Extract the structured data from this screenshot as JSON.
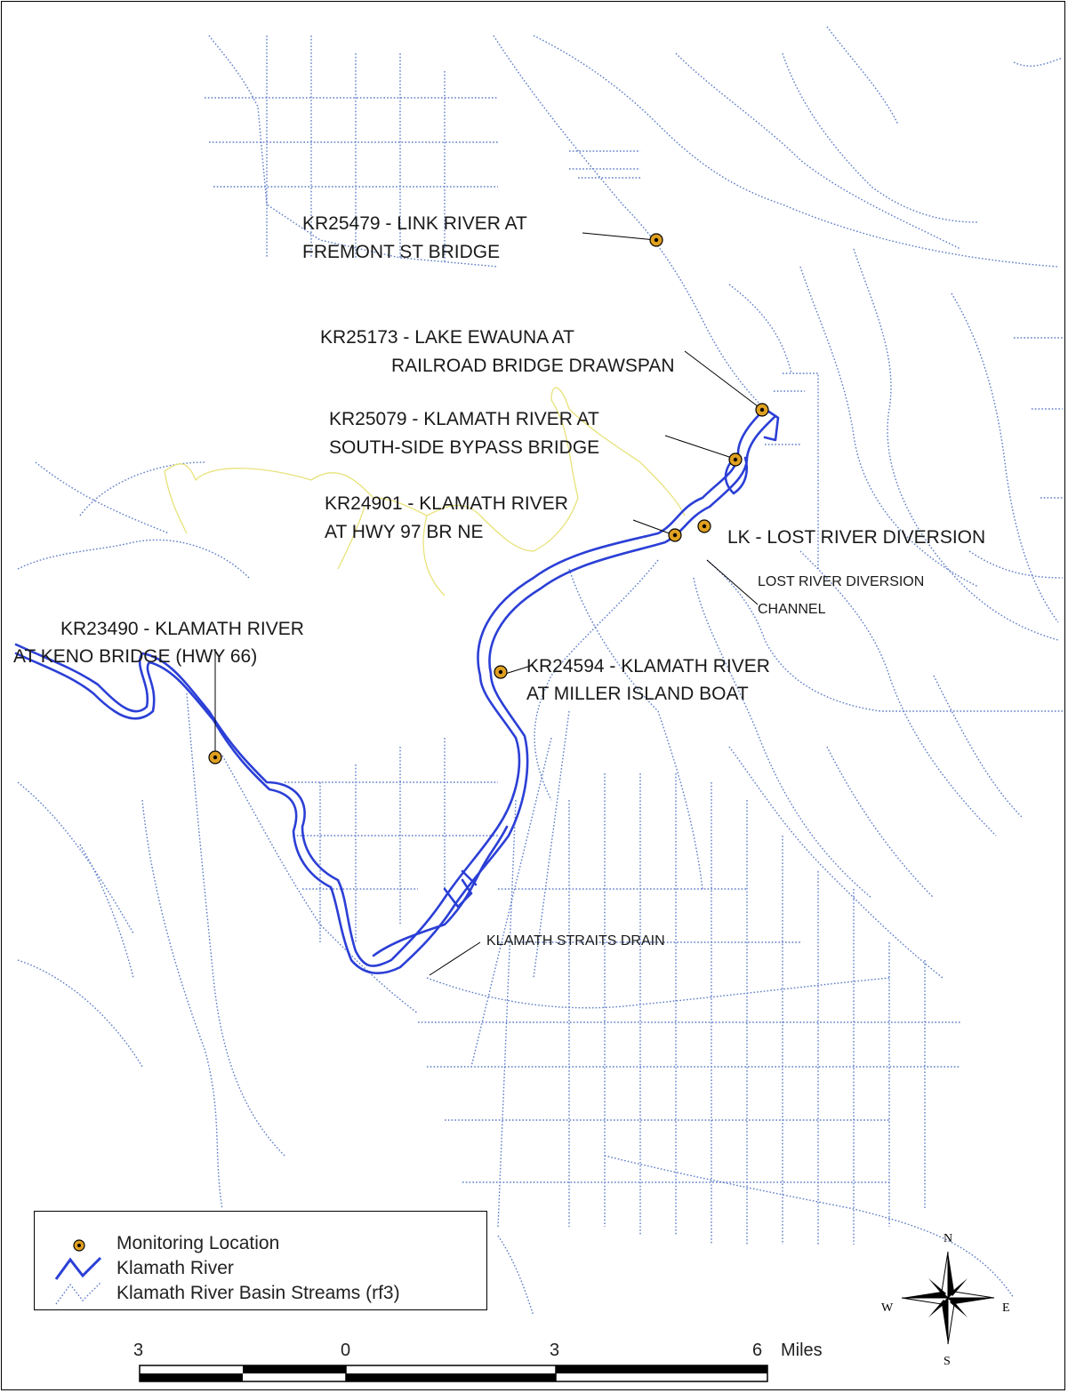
{
  "map": {
    "sites": [
      {
        "id": "kr25479",
        "label_lines": [
          "KR25479 - LINK RIVER AT",
          "FREMONT ST BRIDGE"
        ]
      },
      {
        "id": "kr25173",
        "label_lines": [
          "KR25173 - LAKE EWAUNA AT",
          "RAILROAD BRIDGE DRAWSPAN"
        ]
      },
      {
        "id": "kr25079",
        "label_lines": [
          "KR25079 - KLAMATH RIVER AT",
          "SOUTH-SIDE BYPASS BRIDGE"
        ]
      },
      {
        "id": "kr24901",
        "label_lines": [
          "KR24901 - KLAMATH RIVER",
          "AT HWY 97 BR NE"
        ]
      },
      {
        "id": "lk",
        "label_lines": [
          "LK - LOST RIVER DIVERSION"
        ]
      },
      {
        "id": "kr24594",
        "label_lines": [
          "KR24594 - KLAMATH RIVER",
          "AT MILLER ISLAND BOAT"
        ]
      },
      {
        "id": "kr23490",
        "label_lines": [
          "KR23490 - KLAMATH RIVER",
          "AT KENO BRIDGE (HWY 66)"
        ]
      }
    ],
    "features": [
      {
        "id": "lost-river-diversion-channel",
        "label_lines": [
          "LOST RIVER DIVERSION",
          "CHANNEL"
        ]
      },
      {
        "id": "klamath-straits-drain",
        "label_lines": [
          "KLAMATH STRAITS DRAIN"
        ]
      }
    ],
    "colors": {
      "river": "#2b3fd6",
      "streams": "#5d7cc8",
      "yellow_boundary": "#e8e27a",
      "site_fill": "#e0a020"
    }
  },
  "legend": {
    "items": [
      {
        "symbol": "monitoring-location-icon",
        "label": "Monitoring Location"
      },
      {
        "symbol": "river-line-icon",
        "label": "Klamath River"
      },
      {
        "symbol": "stream-line-icon",
        "label": "Klamath River Basin Streams (rf3)"
      }
    ]
  },
  "scale_bar": {
    "tick_labels": [
      "3",
      "0",
      "3",
      "6"
    ],
    "units": "Miles"
  },
  "north_arrow": {
    "n": "N",
    "s": "S",
    "e": "E",
    "w": "W"
  }
}
